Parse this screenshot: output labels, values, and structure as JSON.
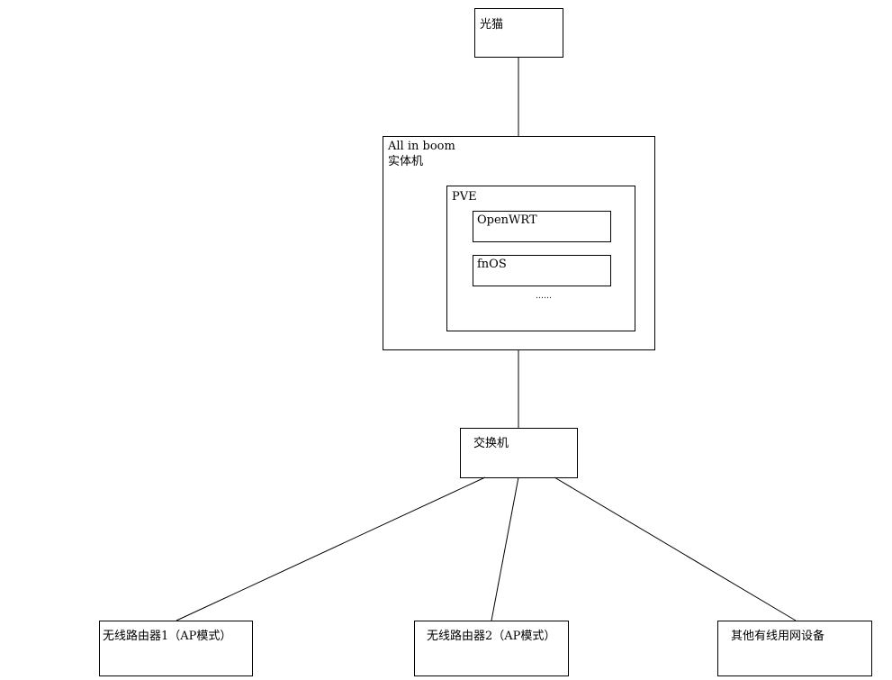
{
  "nodes": {
    "modem": {
      "label": "光猫"
    },
    "aio": {
      "label_line1": "All in boom",
      "label_line2": "实体机"
    },
    "pve": {
      "label": "PVE"
    },
    "openwrt": {
      "label": "OpenWRT"
    },
    "fnos": {
      "label": "fnOS"
    },
    "more": {
      "label": "……"
    },
    "switch": {
      "label": "交换机"
    },
    "router1": {
      "label": "无线路由器1（AP模式）"
    },
    "router2": {
      "label": "无线路由器2（AP模式）"
    },
    "wired": {
      "label": "其他有线用网设备"
    }
  },
  "edges": [
    {
      "from": "光猫",
      "to": "All in boom 实体机"
    },
    {
      "from": "All in boom 实体机",
      "to": "交换机"
    },
    {
      "from": "交换机",
      "to": "无线路由器1（AP模式）"
    },
    {
      "from": "交换机",
      "to": "无线路由器2（AP模式）"
    },
    {
      "from": "交换机",
      "to": "其他有线用网设备"
    }
  ]
}
